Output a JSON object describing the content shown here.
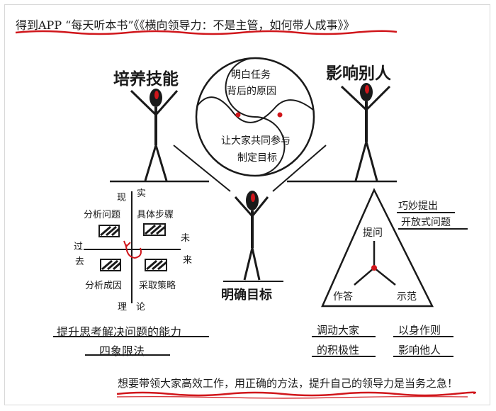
{
  "header": {
    "title": "得到APP “每天听本书”《《横向领导力：不是主管，如何带人成事》》"
  },
  "figures": {
    "left_title": "培养技能",
    "right_title": "影响别人",
    "center_title": "明确目标"
  },
  "yin_yang": {
    "top_text_line1": "明白任务",
    "top_text_line2": "背后的原因",
    "bottom_text_line1": "让大家共同参与",
    "bottom_text_line2": "制定目标"
  },
  "quadrant": {
    "top_char1": "现",
    "top_char2": "实",
    "bottom_char1": "理",
    "bottom_char2": "论",
    "left_char1": "过",
    "left_char2": "去",
    "right_char1": "未",
    "right_char2": "来",
    "q_top_left": "分析问题",
    "q_top_right": "具体步骤",
    "q_bottom_left": "分析成因",
    "q_bottom_right": "采取策略",
    "caption_line1": "提升思考解决问题的能力",
    "caption_line2": "四象限法"
  },
  "triangle": {
    "top_label": "提问",
    "left_label": "作答",
    "right_label": "示范",
    "note_line1": "巧妙提出",
    "note_line2": "开放式问题"
  },
  "right_captions": {
    "col1_line1": "调动大家",
    "col1_line2": "的积极性",
    "col2_line1": "以身作则",
    "col2_line2": "影响他人"
  },
  "footer": {
    "text": "想要带领大家高效工作，用正确的方法，提升自己的领导力是当务之急！"
  },
  "colors": {
    "ink": "#1a1a1a",
    "accent_red": "#d0161b"
  }
}
